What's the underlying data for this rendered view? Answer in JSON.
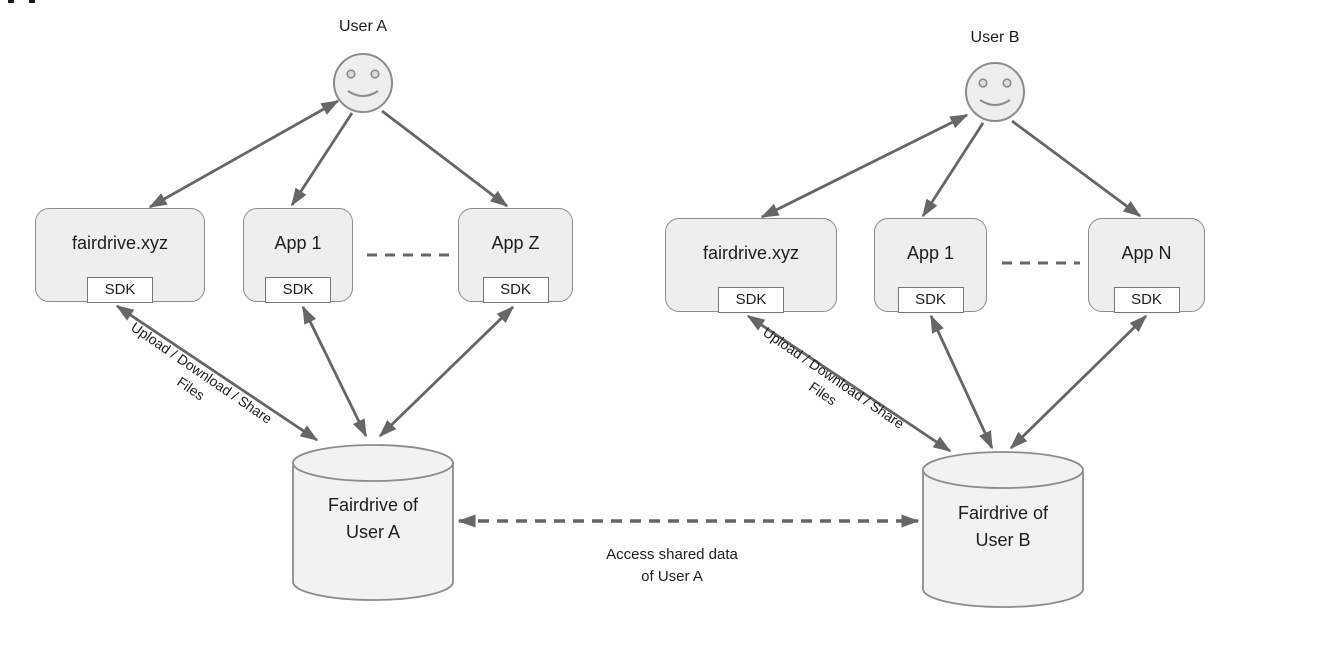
{
  "colors": {
    "background": "#ffffff",
    "box_fill": "#eeeeee",
    "cylinder_fill": "#f2f2f2",
    "box_border": "#8c8c8c",
    "arrow": "#666666",
    "text": "#1d1d1d"
  },
  "left": {
    "user_label": "User A",
    "apps": [
      {
        "label": "fairdrive.xyz",
        "sdk_label": "SDK"
      },
      {
        "label": "App 1",
        "sdk_label": "SDK"
      },
      {
        "label": "App Z",
        "sdk_label": "SDK"
      }
    ],
    "storage_label_line1": "Fairdrive of",
    "storage_label_line2": "User A",
    "transfer_label_line1": "Upload / Download / Share",
    "transfer_label_line2": "Files"
  },
  "right": {
    "user_label": "User B",
    "apps": [
      {
        "label": "fairdrive.xyz",
        "sdk_label": "SDK"
      },
      {
        "label": "App 1",
        "sdk_label": "SDK"
      },
      {
        "label": "App N",
        "sdk_label": "SDK"
      }
    ],
    "storage_label_line1": "Fairdrive of",
    "storage_label_line2": "User B",
    "transfer_label_line1": "Upload / Download / Share",
    "transfer_label_line2": "Files"
  },
  "shared": {
    "label_line1": "Access shared data",
    "label_line2": "of User A"
  }
}
